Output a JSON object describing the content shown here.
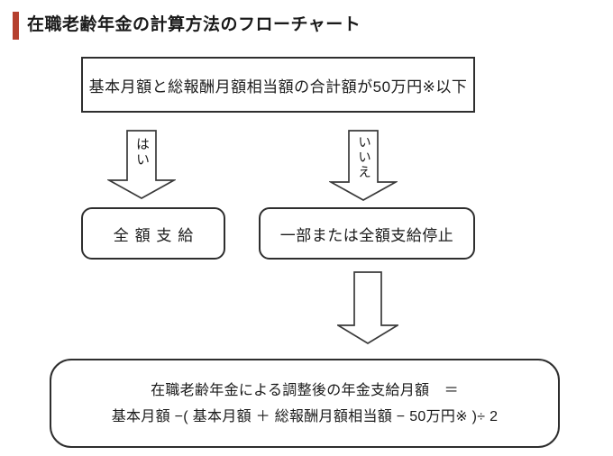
{
  "page": {
    "title": "在職老齢年金の計算方法のフローチャート"
  },
  "flowchart": {
    "condition_box": {
      "text": "基本月額と総報酬月額相当額の合計額が50万円※以下"
    },
    "branch_yes": {
      "label": "はい"
    },
    "branch_no": {
      "label": "いいえ"
    },
    "result_full_box": {
      "text": "全額支給"
    },
    "result_suspend_box": {
      "text": "一部または全額支給停止"
    },
    "formula_box": {
      "line1": "在職老齢年金による調整後の年金支給月額　＝",
      "line2": "基本月額 −( 基本月額 ＋ 総報酬月額相当額 − 50万円※ )÷ 2"
    }
  },
  "colors": {
    "accent_bar": "#b5402e",
    "border": "#2e2e2e",
    "text": "#1a1a1a"
  }
}
